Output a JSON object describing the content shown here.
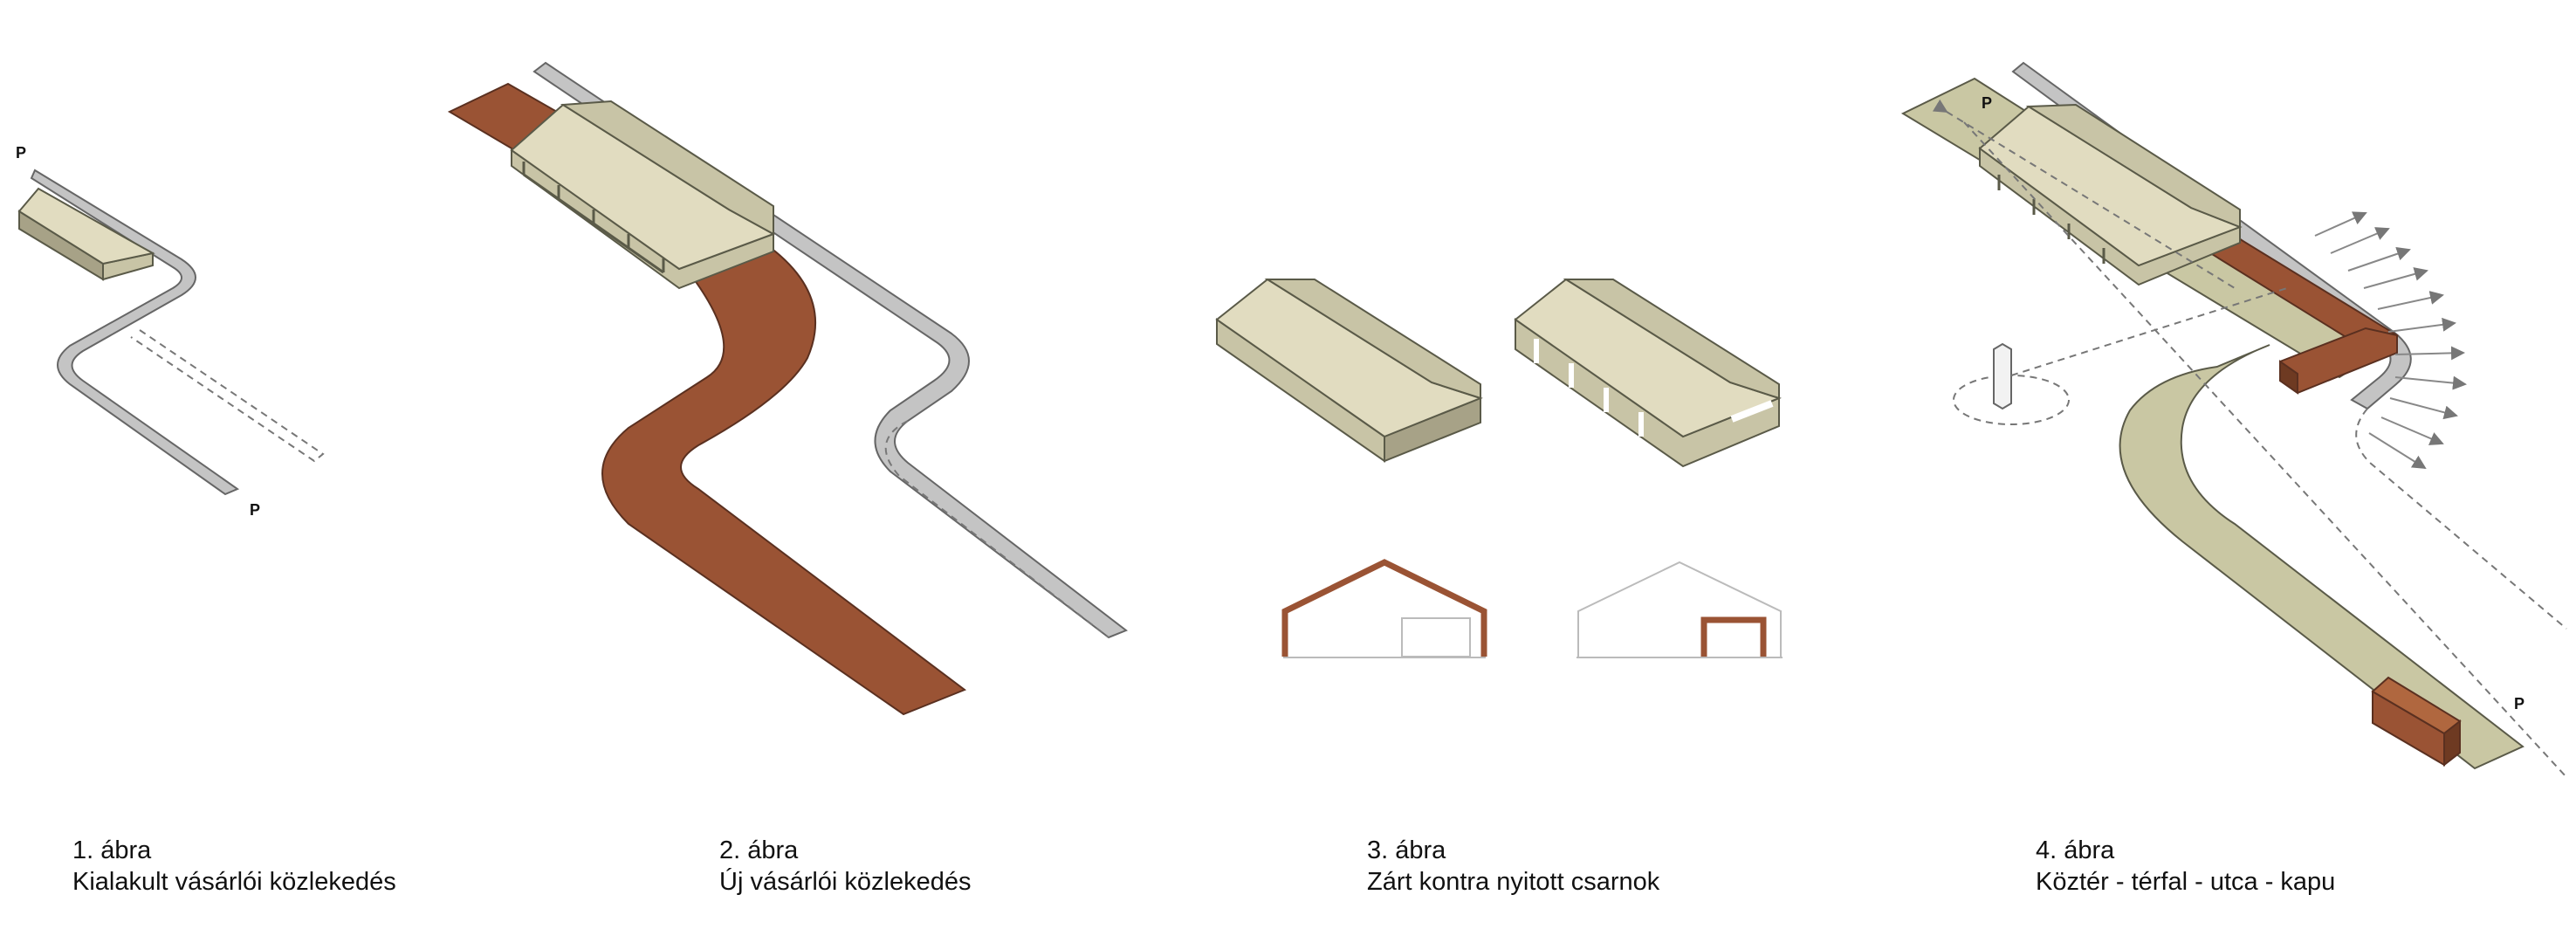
{
  "colors": {
    "roof_light": "#e1dcc0",
    "roof_mid": "#c8c4a6",
    "wall_dark": "#a7a287",
    "path_brown": "#9a5334",
    "road_grey": "#c4c4c4",
    "outline": "#5a5a48",
    "ground_olive": "#c9c7a3"
  },
  "parking_label": "P",
  "figures": [
    {
      "number": "1. ábra",
      "title": "Kialakult vásárlói közlekedés"
    },
    {
      "number": "2. ábra",
      "title": "Új vásárlói közlekedés"
    },
    {
      "number": "3. ábra",
      "title": "Zárt kontra nyitott csarnok"
    },
    {
      "number": "4. ábra",
      "title": "Köztér - térfal - utca - kapu"
    }
  ]
}
